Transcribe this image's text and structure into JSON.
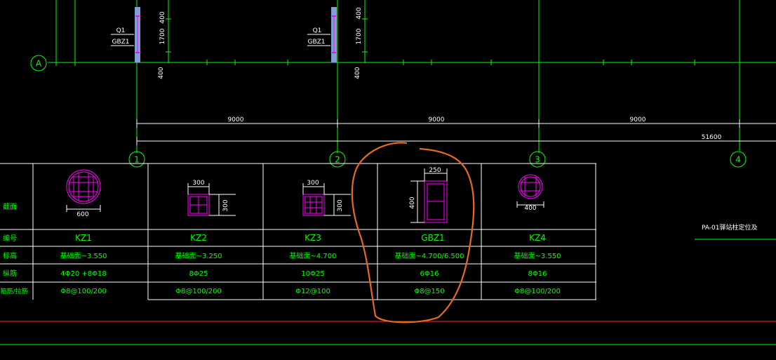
{
  "axis_row_label": "A",
  "axis_cols": [
    "1",
    "2",
    "3",
    "4"
  ],
  "span_dims": [
    "9000",
    "9000",
    "9000"
  ],
  "total_dim": "51600",
  "wall_marks": [
    {
      "line1": "Q1",
      "line2": "GBZ1",
      "dim_top": "400",
      "dim_mid": "1700",
      "dim_bot": "400"
    },
    {
      "line1": "Q1",
      "line2": "GBZ1",
      "dim_top": "400",
      "dim_mid": "1700",
      "dim_bot": "400"
    }
  ],
  "table": {
    "row_labels": [
      "截面",
      "编号",
      "标高",
      "纵筋",
      "箍筋/拉筋"
    ],
    "columns": [
      {
        "id": "KZ1",
        "section_dims": [
          "600"
        ],
        "elevation": "基础面~3.550",
        "long_bars": "4Φ20 +8Φ18",
        "stirrups": "Φ8@100/200"
      },
      {
        "id": "KZ2",
        "section_dims": [
          "300",
          "300"
        ],
        "elevation": "基础面~3.250",
        "long_bars": "8Φ25",
        "stirrups": "Φ8@100/200"
      },
      {
        "id": "KZ3",
        "section_dims": [
          "300",
          "300"
        ],
        "elevation": "基础面~4.700",
        "long_bars": "10Φ25",
        "stirrups": "Φ12@100"
      },
      {
        "id": "GBZ1",
        "section_dims": [
          "250",
          "400"
        ],
        "elevation": "基础面~4.700/6.500",
        "long_bars": "6Φ16",
        "stirrups": "Φ8@150"
      },
      {
        "id": "KZ4",
        "section_dims": [
          "400"
        ],
        "elevation": "基础面~3.550",
        "long_bars": "8Φ16",
        "stirrups": "Φ8@100/200"
      }
    ]
  },
  "drawing_title": "PA-01驿站柱定位及",
  "colors": {
    "grid": "#00ff00",
    "table": "#ffffff",
    "rebar": "#ff00ff",
    "wall": "#7f9fd0",
    "highlight": "#e86a1f",
    "border": "#ff2a2a"
  }
}
